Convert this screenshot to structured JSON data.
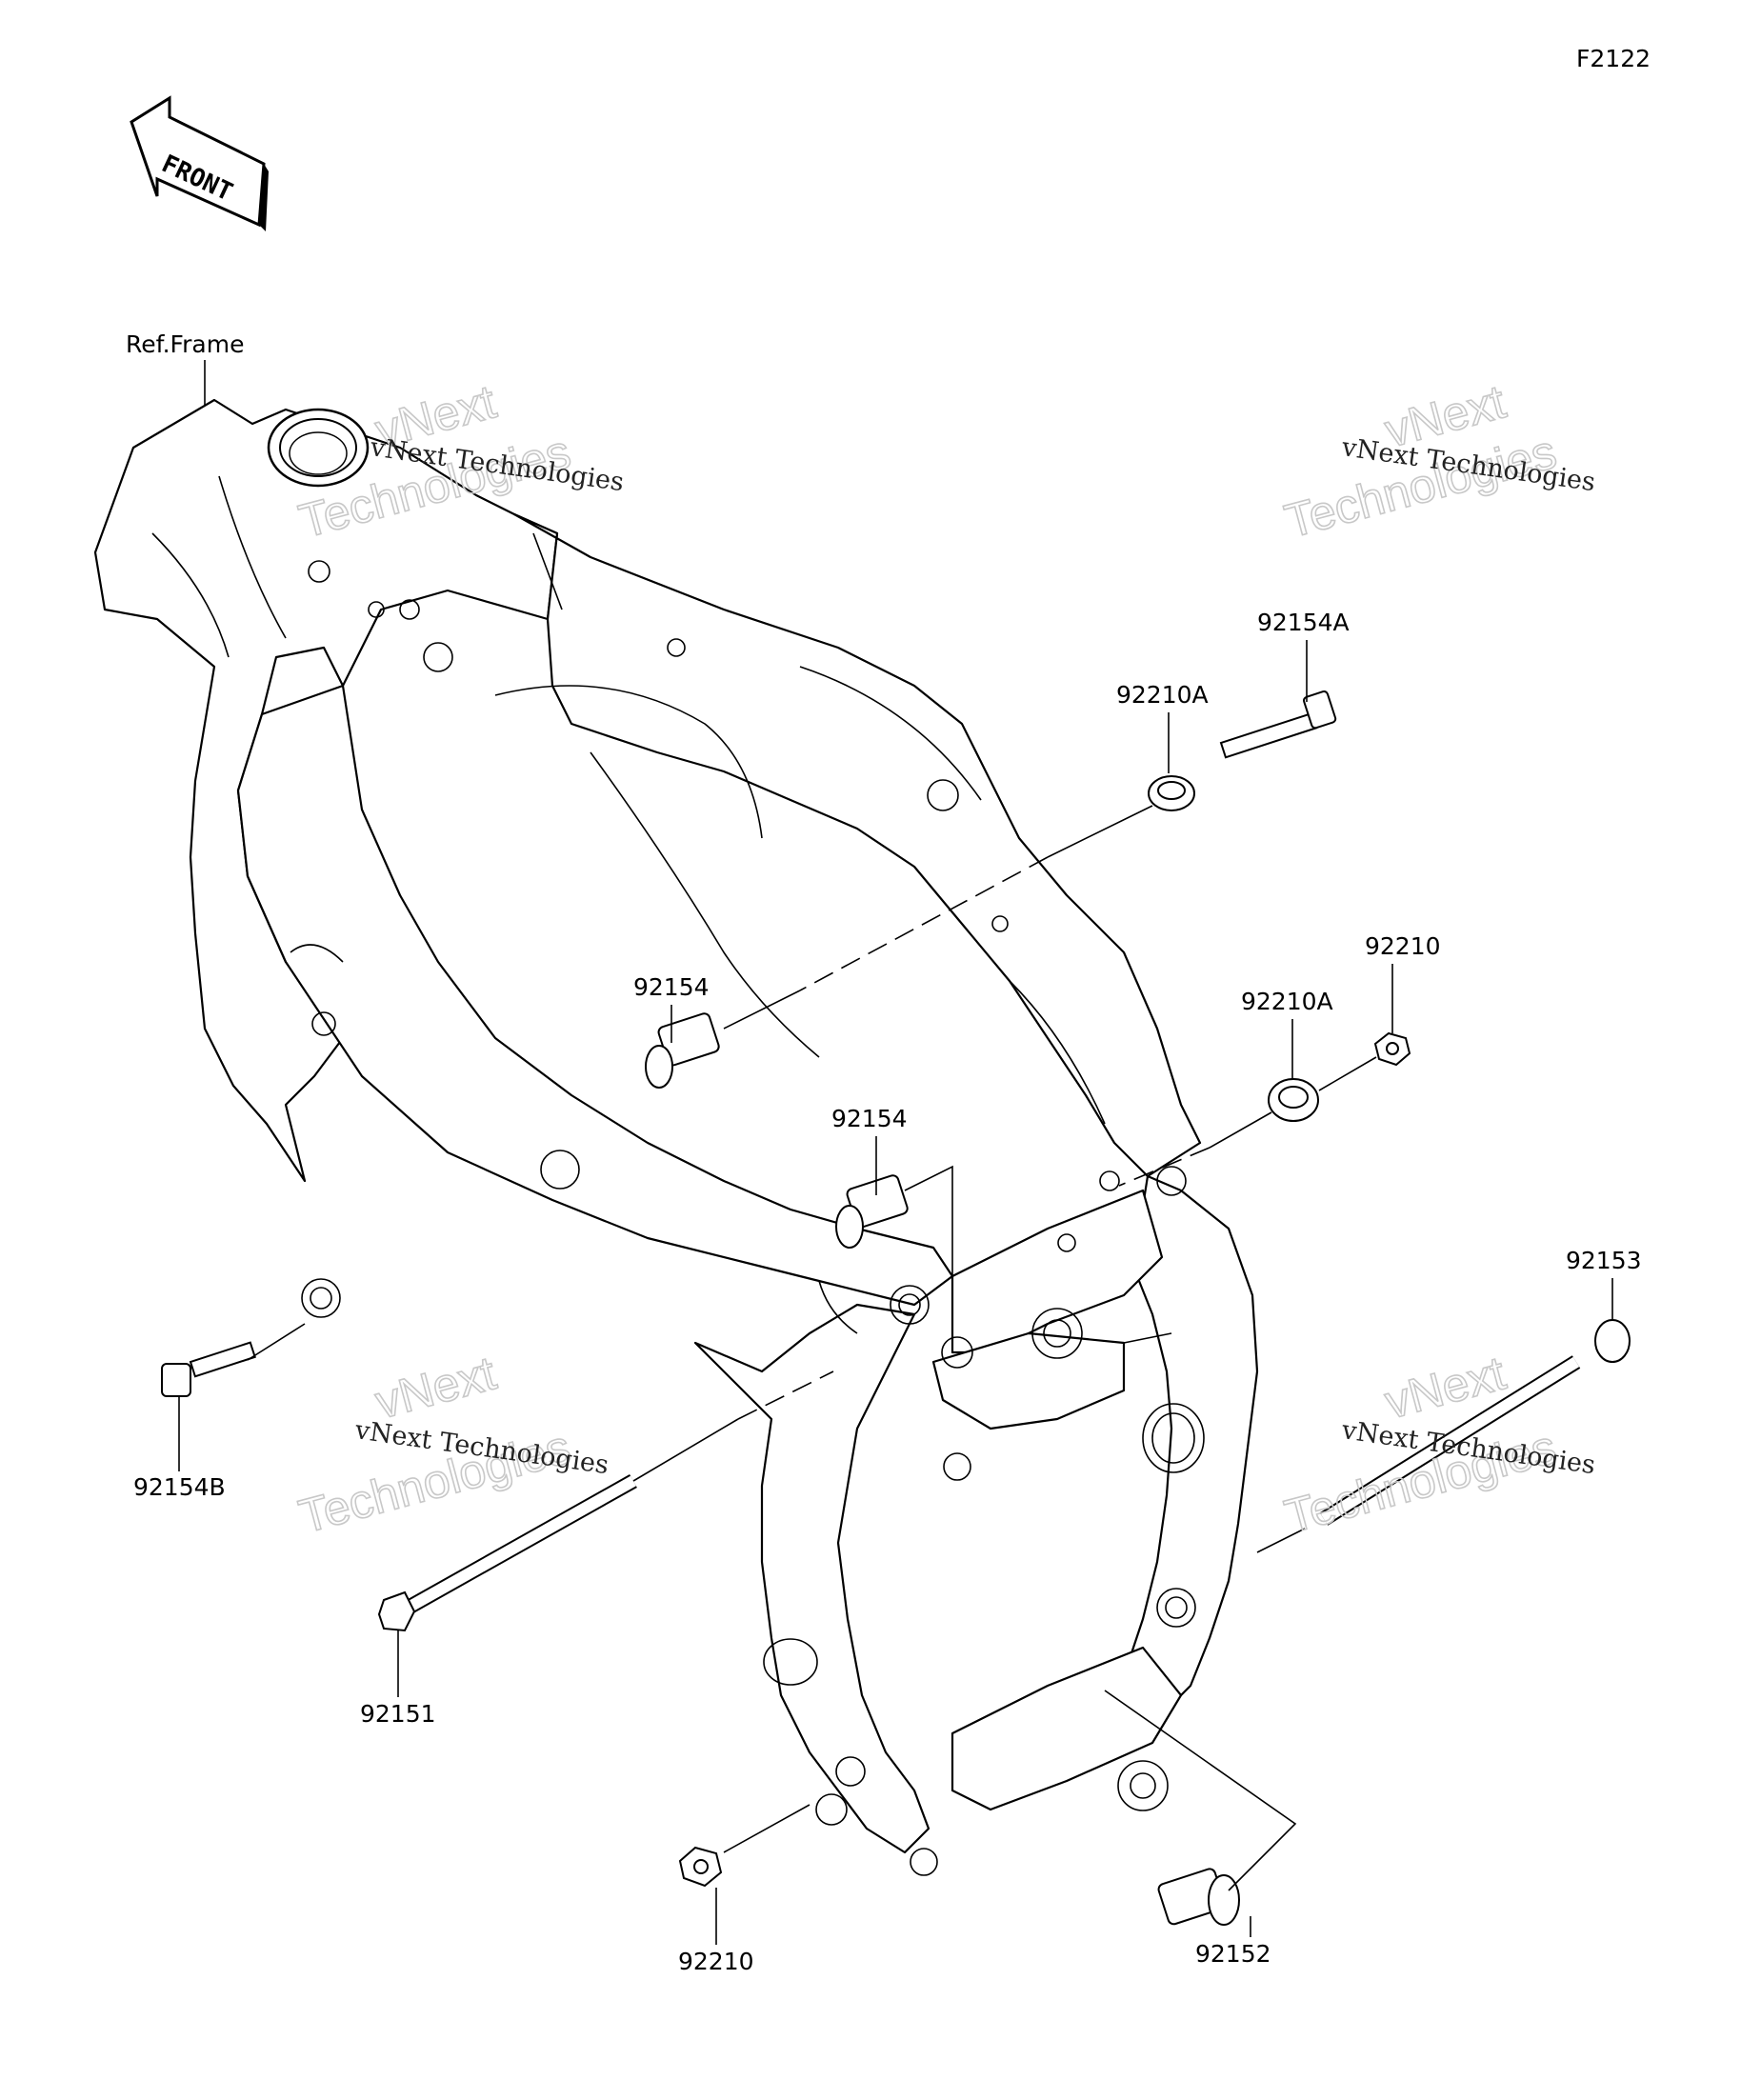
{
  "figure_code": "F2122",
  "front_arrow_label": "FRONT",
  "ref_label": "Ref.Frame",
  "watermark": {
    "line1": "vNext Technologies",
    "line2a": "vNext",
    "line2b": "Technologies"
  },
  "callouts": {
    "c92154A": "92154A",
    "c92210A_top": "92210A",
    "c92210_right": "92210",
    "c92210A_mid": "92210A",
    "c92154_left": "92154",
    "c92154_mid": "92154",
    "c92153": "92153",
    "c92154B": "92154B",
    "c92151": "92151",
    "c92210_bottom": "92210",
    "c92152": "92152"
  }
}
